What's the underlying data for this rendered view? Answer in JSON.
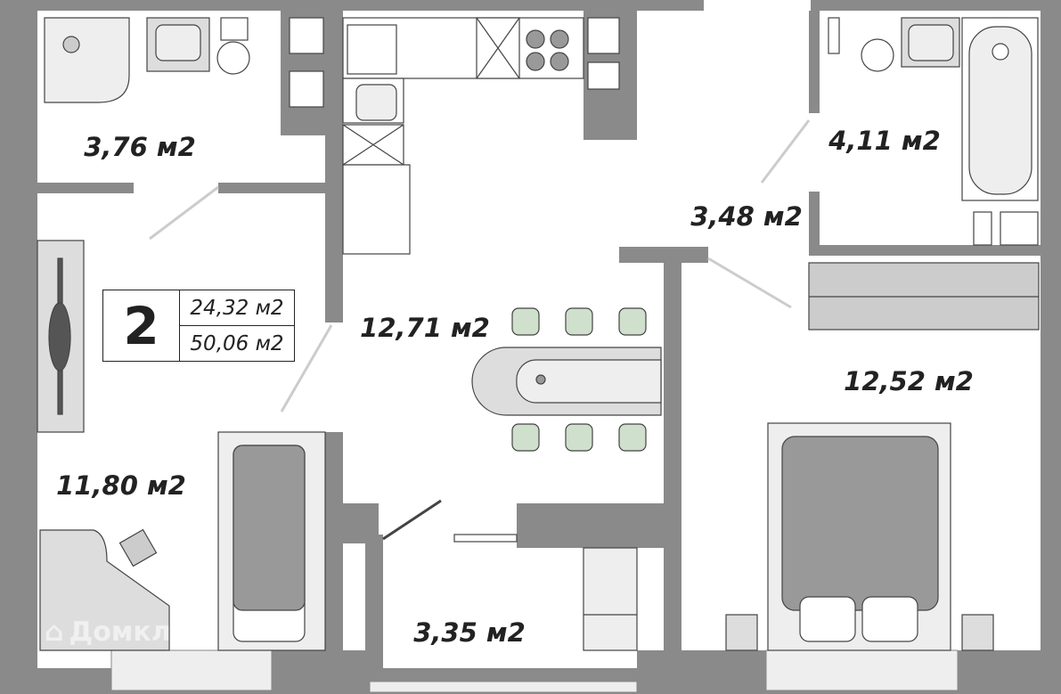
{
  "summary": {
    "rooms": "2",
    "living_area": "24,32 м2",
    "total_area": "50,06 м2"
  },
  "rooms": {
    "bathroom_left": "3,76 м2",
    "bathroom_right": "4,11 м2",
    "hallway": "3,48 м2",
    "kitchen_living": "12,71 м2",
    "bedroom_right": "12,52 м2",
    "bedroom_left": "11,80 м2",
    "storage": "3,35 м2"
  },
  "watermark": "Домклик",
  "colors": {
    "wall": "#8a8a8a",
    "furniture": "#d9d9d9",
    "chair": "#cfe0cc"
  }
}
